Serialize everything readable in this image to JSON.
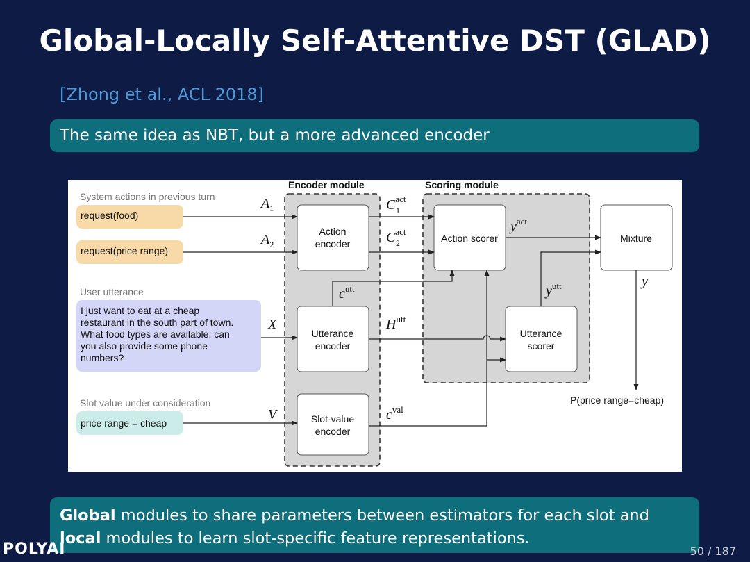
{
  "slide": {
    "title": "Global-Locally Self-Attentive DST (GLAD)",
    "citation": "[Zhong et al., ACL 2018]",
    "summary": "The same idea as NBT, but a more advanced encoder",
    "bottom_note": {
      "w1": "Global",
      "t1": " modules to share parameters between estimators for each slot and ",
      "w2": "local",
      "t2": " modules to learn slot-specific feature representations."
    },
    "logo": "POLYAI",
    "page_number": "50 / 187"
  },
  "diagram": {
    "module_labels": {
      "encoder": "Encoder module",
      "scoring": "Scoring module"
    },
    "section_labels": {
      "system_actions": "System actions in previous turn",
      "user_utterance": "User utterance",
      "slot_value": "Slot value under consideration"
    },
    "inputs": {
      "action1": "request(food)",
      "action2": "request(price range)",
      "utterance": [
        "I just want to eat at a cheap",
        "restaurant in the south part of town.",
        "What food types are available, can",
        "you also provide some phone",
        "numbers?"
      ],
      "slot_value": "price range = cheap"
    },
    "boxes": {
      "action_encoder": [
        "Action",
        "encoder"
      ],
      "utterance_encoder": [
        "Utterance",
        "encoder"
      ],
      "slot_value_encoder": [
        "Slot-value",
        "encoder"
      ],
      "action_scorer": "Action scorer",
      "utterance_scorer": [
        "Utterance",
        "scorer"
      ],
      "mixture": "Mixture"
    },
    "symbols": {
      "A": "A",
      "sub1": "1",
      "sub2": "2",
      "X": "X",
      "V": "V",
      "C": "C",
      "c": "c",
      "H": "H",
      "y": "y",
      "act": "act",
      "utt": "utt",
      "val": "val"
    },
    "output": "P(price range=cheap)",
    "colors": {
      "action_input": "#f8d9a8",
      "utterance_input": "#d4d6f8",
      "slot_input": "#ccecea",
      "module_bg": "#d6d6d6"
    }
  }
}
